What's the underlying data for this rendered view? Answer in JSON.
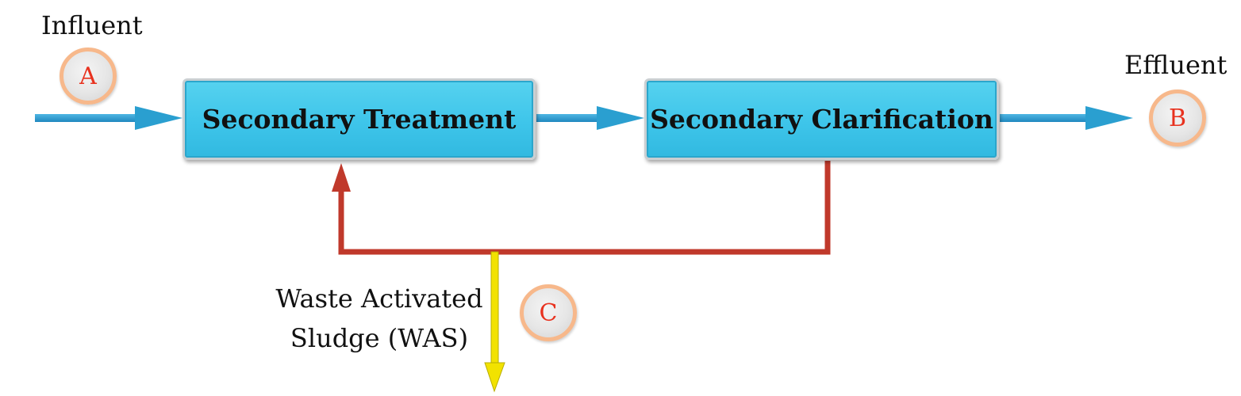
{
  "nodes": {
    "secondary_treatment": "Secondary Treatment",
    "secondary_clarification": "Secondary Clarification"
  },
  "labels": {
    "influent": "Influent",
    "effluent": "Effluent",
    "was_line1": "Waste Activated",
    "was_line2": "Sludge (WAS)"
  },
  "badges": {
    "a": "A",
    "b": "B",
    "c": "C"
  },
  "colors": {
    "process_box": "#3ec5ea",
    "flow_arrow": "#2a9fd0",
    "return_sludge_line": "#c0392b",
    "waste_sludge_arrow": "#f2e200",
    "badge_letter": "#e8321f",
    "badge_ring": "#f7b88b"
  }
}
